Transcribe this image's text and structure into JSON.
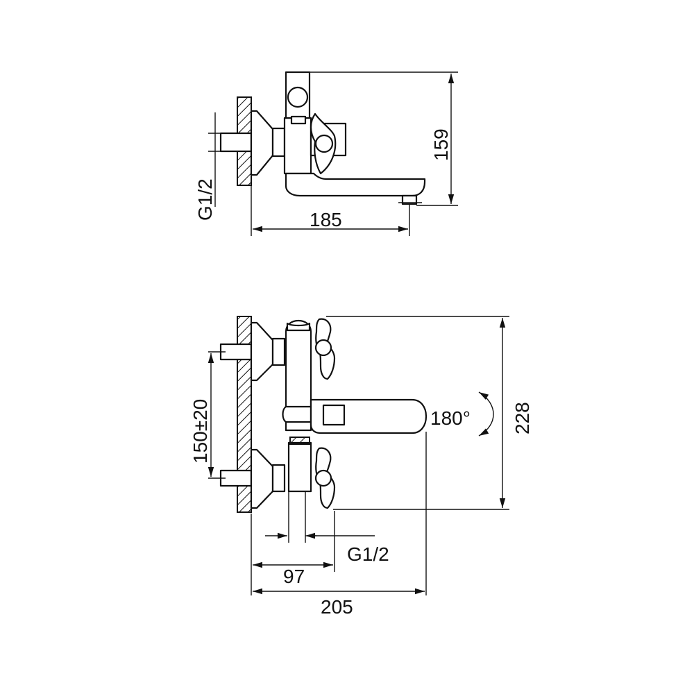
{
  "top_view": {
    "thread_label": "G1/2",
    "height_label": "159",
    "width_label": "185"
  },
  "front_view": {
    "spacing_label": "150±20",
    "rotation_label": "180°",
    "height_label": "228",
    "thread_label": "G1/2",
    "depth_label": "97",
    "width_label": "205"
  }
}
